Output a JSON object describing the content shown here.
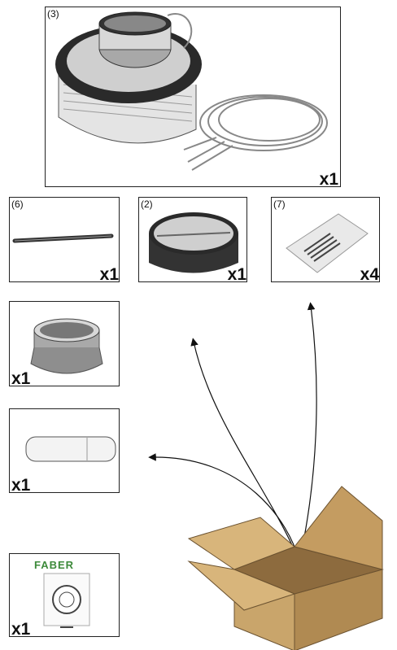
{
  "items": [
    {
      "ref": "(3)",
      "qty": "x1",
      "icon": "motor-unit"
    },
    {
      "ref": "(6)",
      "qty": "x1",
      "icon": "rod"
    },
    {
      "ref": "(2)",
      "qty": "x1",
      "icon": "damper-ring"
    },
    {
      "ref": "(7)",
      "qty": "x4",
      "icon": "screw-bag"
    },
    {
      "ref": "",
      "qty": "x1",
      "icon": "reducer-ring"
    },
    {
      "ref": "",
      "qty": "x1",
      "icon": "duct-tube"
    },
    {
      "ref": "",
      "qty": "x1",
      "icon": "instruction-manual"
    }
  ],
  "manual": {
    "brand": "FABER"
  },
  "colors": {
    "border": "#222222",
    "box": "#c9a56b",
    "logo": "#3c8a3a"
  }
}
